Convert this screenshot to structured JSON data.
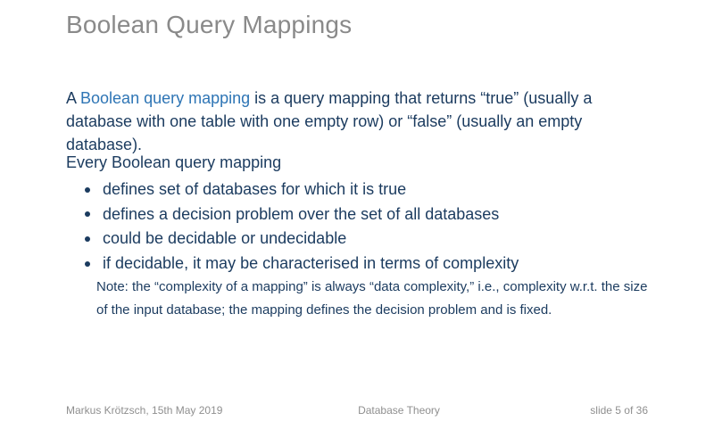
{
  "slide": {
    "title": "Boolean Query Mappings",
    "intro": {
      "prefix": "A ",
      "term": "Boolean query mapping",
      "rest": " is a query mapping that returns “true” (usually a database with one table with one empty row) or “false” (usually an empty database)."
    },
    "list_heading": "Every Boolean query mapping",
    "bullets": [
      "defines set of databases for which it is true",
      "defines a decision problem over the set of all databases",
      "could be decidable or undecidable",
      "if decidable, it may be characterised in terms of complexity"
    ],
    "note": "Note: the “complexity of a mapping” is always “data complexity,” i.e., complexity w.r.t. the size of the input database; the mapping defines the decision problem and is fixed.",
    "footer": {
      "author_date": "Markus Krötzsch, 15th May 2019",
      "course": "Database Theory",
      "slide_number": "slide 5 of 36"
    },
    "colors": {
      "title_gray": "#8a8a8a",
      "body_navy": "#1b3b5f",
      "term_blue": "#2e75b5",
      "footer_gray": "#8f8f8f",
      "background": "#ffffff"
    }
  }
}
